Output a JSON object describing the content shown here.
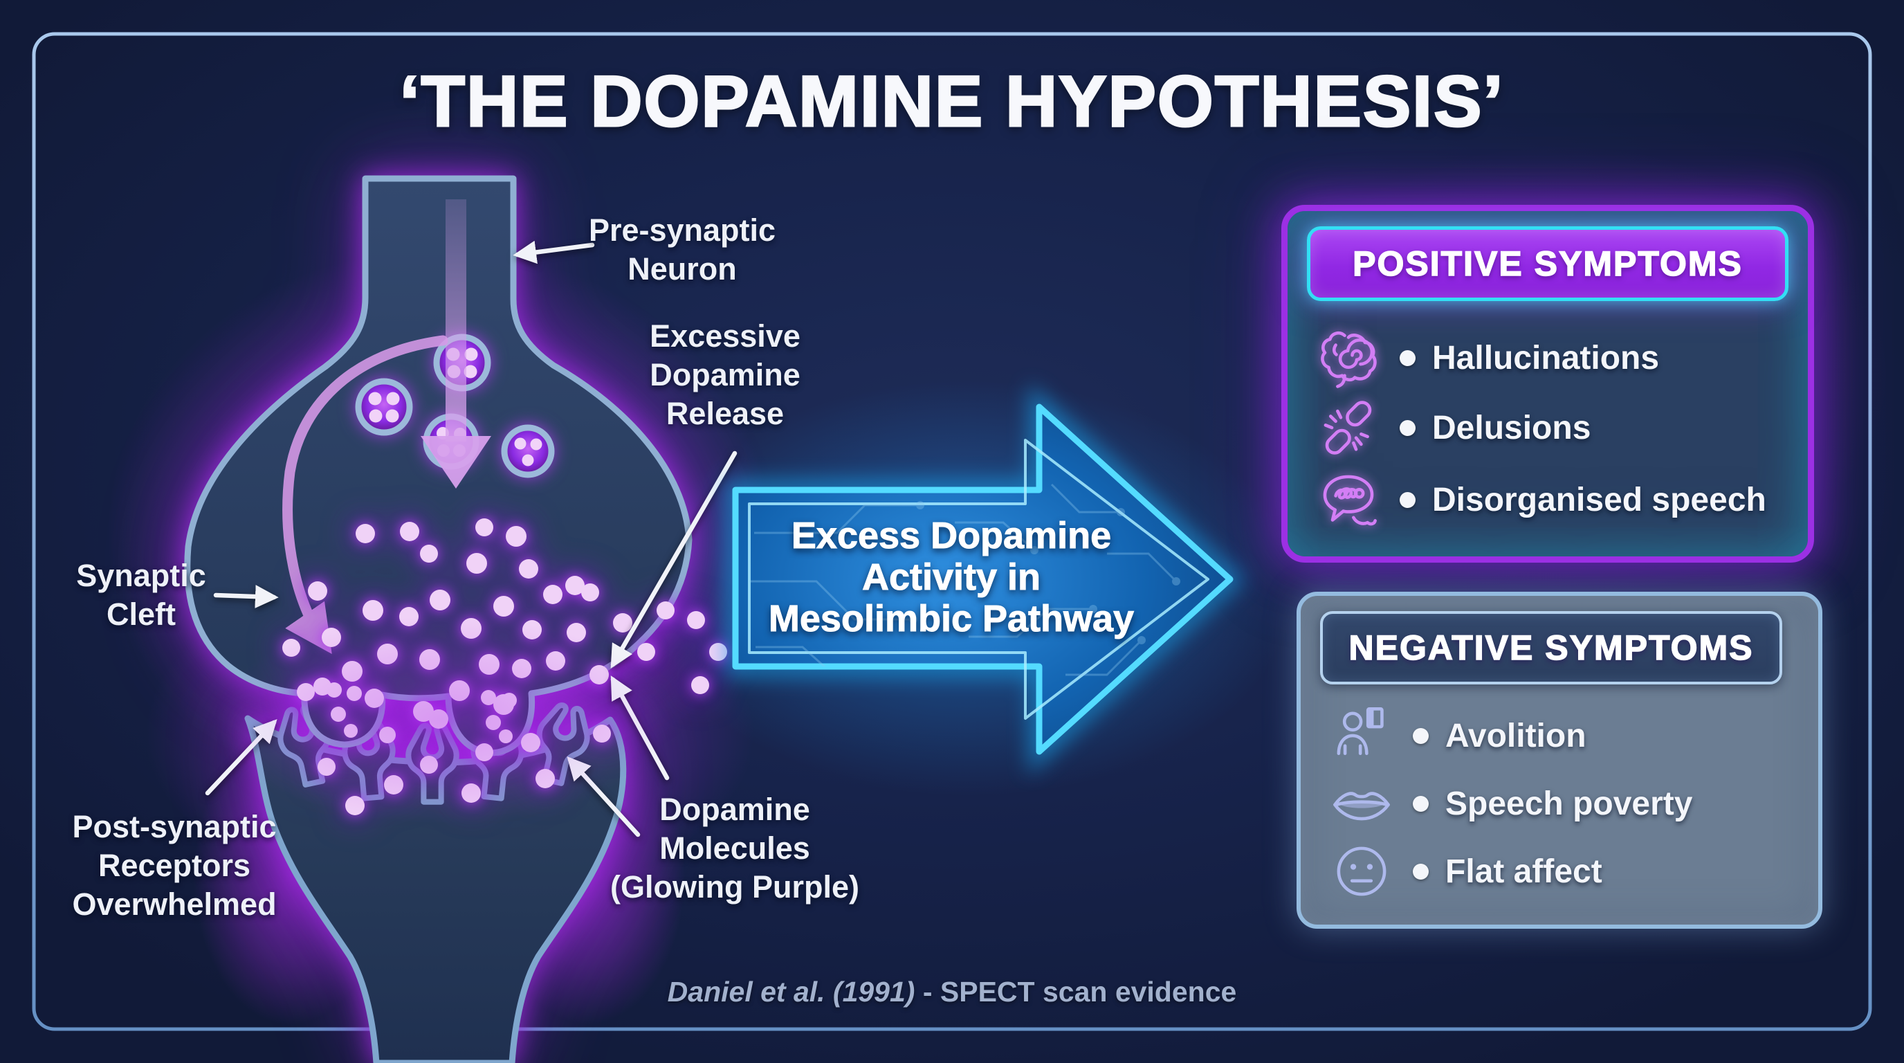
{
  "title": "‘THE DOPAMINE HYPOTHESIS’",
  "synapse": {
    "labels": {
      "pre_synaptic": "Pre-synaptic\nNeuron",
      "excessive_release": "Excessive\nDopamine\nRelease",
      "synaptic_cleft": "Synaptic\nCleft",
      "post_synaptic": "Post-synaptic\nReceptors\nOverwhelmed",
      "dopamine_molecules": "Dopamine\nMolecules\n(Glowing Purple)"
    }
  },
  "arrow": {
    "text": "Excess Dopamine\nActivity in\nMesolimbic Pathway"
  },
  "positive_panel": {
    "header": "POSITIVE SYMPTOMS",
    "items": [
      {
        "icon": "brain-icon",
        "label": "Hallucinations"
      },
      {
        "icon": "broken-chain-icon",
        "label": "Delusions"
      },
      {
        "icon": "speech-scribble-icon",
        "label": "Disorganised speech"
      }
    ]
  },
  "negative_panel": {
    "header": "NEGATIVE SYMPTOMS",
    "items": [
      {
        "icon": "person-door-icon",
        "label": "Avolition"
      },
      {
        "icon": "lips-icon",
        "label": "Speech poverty"
      },
      {
        "icon": "flat-face-icon",
        "label": "Flat affect"
      }
    ]
  },
  "footer": {
    "citation_source": "Daniel et al. (1991)",
    "citation_detail": " - SPECT scan evidence"
  },
  "colors": {
    "background": "#17234b",
    "frame": "#84aedd",
    "dopamine_glow": "#a928e8",
    "membrane": "#8fafd2",
    "neon_arrow_border": "#54dbff",
    "positive_border": "#9c30e4",
    "positive_header_bg": "#9128e4",
    "positive_header_border": "#33dff5",
    "positive_icon": "#d37ef5",
    "negative_bg": "#6b7d93",
    "negative_border": "#94bbdf",
    "negative_header_bg": "#2b3e5f",
    "negative_icon": "#aeb9ec",
    "citation": "#a2b1cd"
  }
}
